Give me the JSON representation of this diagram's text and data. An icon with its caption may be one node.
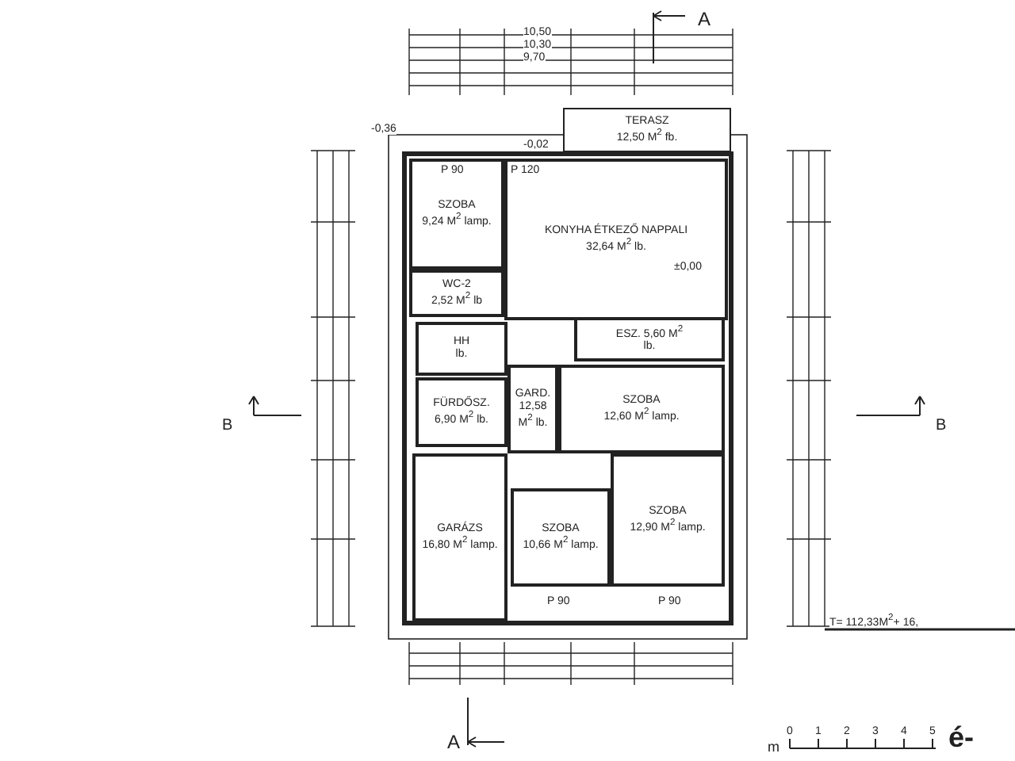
{
  "diagram": {
    "nodes": [
      {
        "text": [
          "TERASZ",
          "12,50 M$^{2}$ fb."
        ]
      },
      {
        "text": [
          "SZOBA",
          "9,24 M$^{2}$ lamp."
        ]
      },
      {
        "text": [
          "KONYHA ÉTKEZŐ NAPPALI",
          "32,64 M$^{2}$ lb."
        ]
      },
      {
        "text": [
          "WC-2",
          "2,52 M$^{2}$ lb"
        ]
      },
      {
        "text": [
          "HH",
          "lb."
        ]
      },
      {
        "text": [
          "ESZ. 5,60 M$^{2}$",
          "lb."
        ]
      },
      {
        "text": [
          "FÜRDŐSZ.",
          "6,90 M$^{2}$ lb."
        ]
      },
      {
        "text": [
          "GARD.",
          "12,58 M$^{2}$ lb."
        ]
      },
      {
        "text": [
          "SZOBA",
          "12,60 M$^{2}$ lamp."
        ]
      },
      {
        "text": [
          "GARÁZS",
          "16,80 M$^{2}$ lamp."
        ]
      },
      {
        "text": [
          "SZOBA",
          "10,66 M$^{2}$ lamp."
        ]
      },
      {
        "text": [
          "SZOBA",
          "12,90 M$^{2}$ lamp."
        ]
      }
    ],
    "labels": [
      "A",
      "10,50",
      "10,30",
      "9,70",
      "-0,36",
      "-0,02",
      "P 90",
      "P 120",
      "±0,00",
      "B",
      "B",
      "P 90",
      "P 90",
      "T= 112,33M$^{2}$+ 16,",
      "A",
      "m",
      "0",
      "1",
      "2",
      "3",
      "4",
      "5",
      "é-"
    ]
  }
}
